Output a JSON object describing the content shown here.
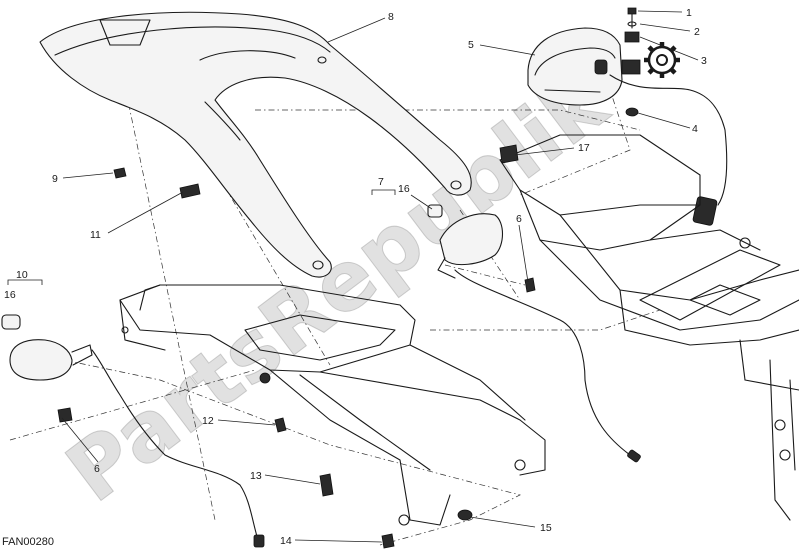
{
  "drawing_code": "FAN00280",
  "watermark_text": "PartsRepublik",
  "callouts": [
    "1",
    "2",
    "3",
    "4",
    "5",
    "6",
    "7",
    "8",
    "9",
    "10",
    "11",
    "12",
    "13",
    "14",
    "15",
    "16",
    "17",
    "6",
    "16"
  ],
  "colors": {
    "line": "#1a1a1a",
    "watermark": "#c9c9c9",
    "background": "#ffffff"
  }
}
